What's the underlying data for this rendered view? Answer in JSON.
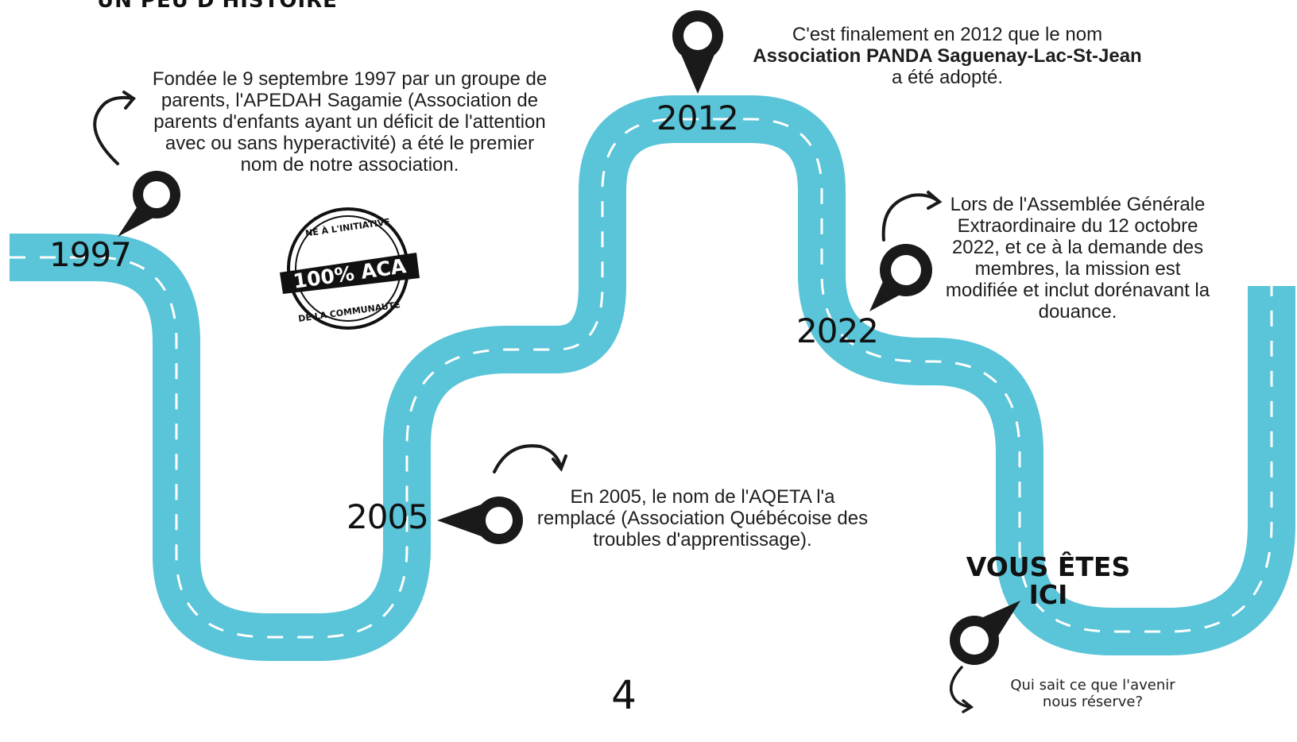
{
  "section_title": "UN PEU D'HISTOIRE",
  "years": {
    "y1997": "1997",
    "y2005": "2005",
    "y2012": "2012",
    "y2022": "2022"
  },
  "texts": {
    "t1997": "Fondée le 9 septembre 1997 par un groupe de parents, l'APEDAH Sagamie (Association de parents d'enfants ayant un déficit de l'attention avec ou sans hyperactivité) a été le premier nom de notre association.",
    "t2005": "En 2005, le nom de l'AQETA l'a remplacé (Association Québécoise des troubles d'apprentissage).",
    "t2012_intro": "C'est finalement en 2012 que le nom",
    "t2012_name": "Association PANDA Saguenay-Lac-St-Jean",
    "t2012_outro": "a été adopté.",
    "t2022": "Lors de l'Assemblée Générale Extraordinaire du 12 octobre 2022, et ce à la demande des membres, la mission est modifiée et inclut dorénavant la douance."
  },
  "here": {
    "line1": "VOUS ÊTES",
    "line2": "ICI"
  },
  "future": "Qui sait ce que l'avenir nous réserve?",
  "page_number": "4",
  "badge": {
    "top": "NÉ À L'INITIATIVE",
    "center": "100% ACA",
    "bottom": "DE LA COMMUNAUTÉ"
  },
  "colors": {
    "road": "#5ac4d8",
    "marker": "#1a1a1a",
    "dash": "#ffffff"
  },
  "icons": [
    "map-pin-icon",
    "curved-arrow-icon",
    "aca-badge-logo"
  ]
}
